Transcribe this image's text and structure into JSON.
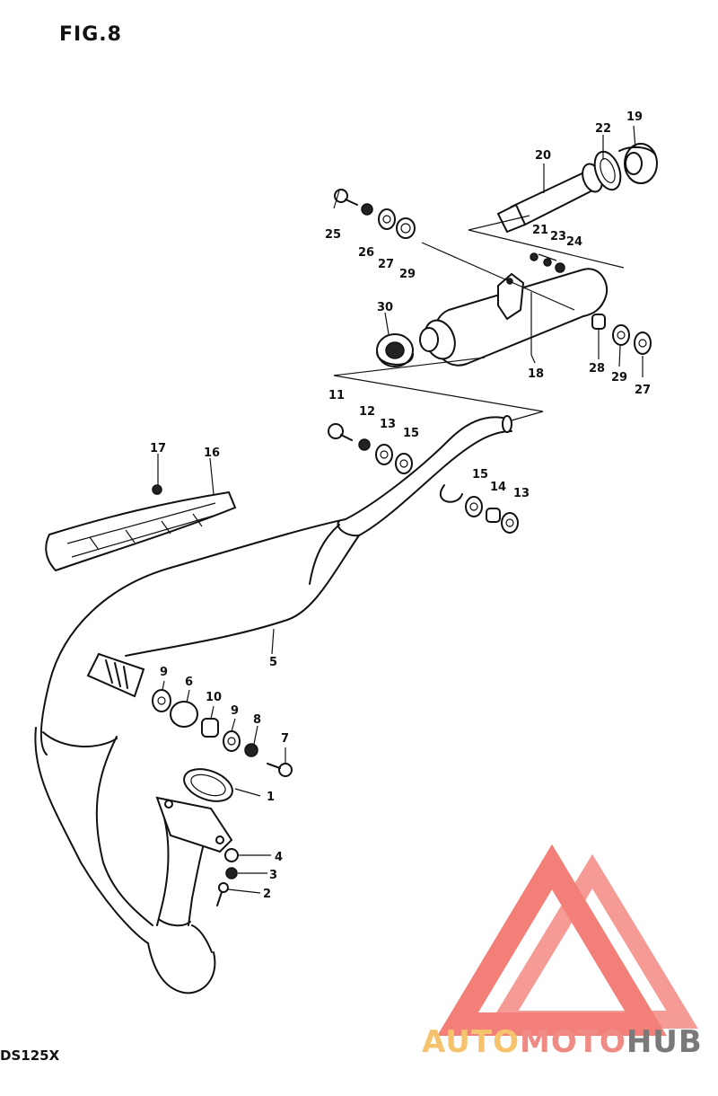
{
  "figure_label": "FIG.8",
  "model_code": "DS125X",
  "watermark": {
    "part1": "AUTO",
    "part2": "MOTO",
    "part3": "HUB",
    "color1": "#f5c36e",
    "color2": "#f08a84",
    "color3": "#7a7a7a",
    "logo_color": "#f06a62"
  },
  "callouts": [
    {
      "n": "1"
    },
    {
      "n": "2"
    },
    {
      "n": "3"
    },
    {
      "n": "4"
    },
    {
      "n": "5"
    },
    {
      "n": "6"
    },
    {
      "n": "7"
    },
    {
      "n": "8"
    },
    {
      "n": "9"
    },
    {
      "n": "9"
    },
    {
      "n": "10"
    },
    {
      "n": "11"
    },
    {
      "n": "12"
    },
    {
      "n": "13"
    },
    {
      "n": "13"
    },
    {
      "n": "14"
    },
    {
      "n": "15"
    },
    {
      "n": "15"
    },
    {
      "n": "16"
    },
    {
      "n": "17"
    },
    {
      "n": "18"
    },
    {
      "n": "19"
    },
    {
      "n": "20"
    },
    {
      "n": "21"
    },
    {
      "n": "22"
    },
    {
      "n": "23"
    },
    {
      "n": "24"
    },
    {
      "n": "25"
    },
    {
      "n": "26"
    },
    {
      "n": "27"
    },
    {
      "n": "27"
    },
    {
      "n": "28"
    },
    {
      "n": "29"
    },
    {
      "n": "29"
    },
    {
      "n": "30"
    }
  ]
}
